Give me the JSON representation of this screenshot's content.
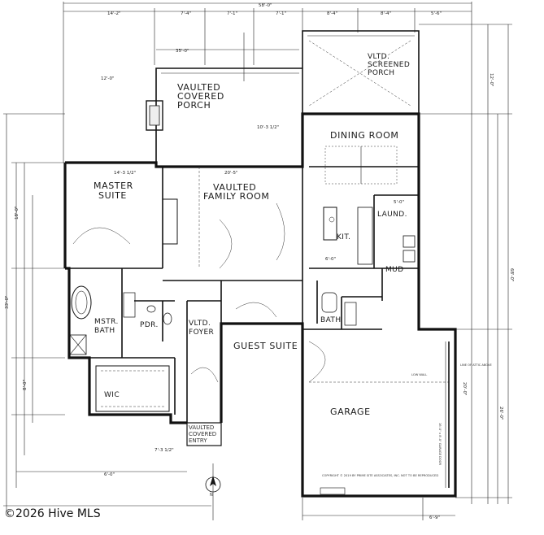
{
  "rooms": {
    "vaulted_covered_porch": [
      "VAULTED",
      "COVERED",
      "PORCH"
    ],
    "vltd_screened_porch": [
      "VLTD.",
      "SCREENED",
      "PORCH"
    ],
    "dining_room": "DINING ROOM",
    "master_suite": [
      "MASTER",
      "SUITE"
    ],
    "vaulted_family_room": [
      "VAULTED",
      "FAMILY ROOM"
    ],
    "kit": "KIT.",
    "laund": "LAUND.",
    "mud": "MUD",
    "bath": "BATH",
    "mstr_bath": [
      "MSTR.",
      "BATH"
    ],
    "pdr": "PDR.",
    "vltd_foyer": [
      "VLTD.",
      "FOYER"
    ],
    "guest_suite": "GUEST SUITE",
    "wic": "WIC",
    "garage": "GARAGE",
    "vaulted_covered_entry": [
      "VAULTED",
      "COVERED",
      "ENTRY"
    ]
  },
  "dimensions": {
    "overall_width": "58'-0\"",
    "top_segments": [
      "14'-2\"",
      "7'-4\"",
      "7'-1\"",
      "7'-1\"",
      "8'-4\"",
      "8'-4\"",
      "5'-6\""
    ],
    "porch_width": "35'-0\"",
    "left_12": "12'-0\"",
    "left_18": "18'-0\"",
    "left_33": "33'-0\"",
    "left_8": "8'-0\"",
    "right_12_0": "12'-0\"",
    "right_68": "68'-0\"",
    "right_26": "26'-0\"",
    "family_width": "20'-5\"",
    "dining_10": "10'-3 1/2\"",
    "garage_20": "20'-0\"",
    "bottom_6": "6'-0\"",
    "bottom_6b": "6'-9\"",
    "entry_7": "7'-3 1/2\"",
    "master_14": "14'-3 1/2\"",
    "laund_5": "5'-0\"",
    "kit_6": "6'-0\""
  },
  "notes": {
    "copyright": "COPYRIGHT © 2019 BY PRIME SITE ASSOCIATES, INC. NOT TO BE REPRODUCED",
    "low_wall": "LOW WALL",
    "line_of_attic": "LINE OF ATTIC ABOVE",
    "garage_door": "16'-0\" x 8'-0\" GARAGE DOOR"
  },
  "watermark": "©2026 Hive MLS",
  "north_arrow": "N",
  "icons": {
    "north": "north-arrow-icon"
  }
}
